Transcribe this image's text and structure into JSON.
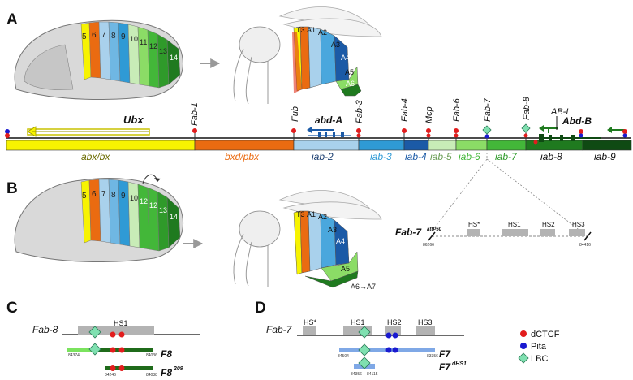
{
  "panels": {
    "a": "A",
    "b": "B",
    "c": "C",
    "d": "D"
  },
  "segments_a": [
    "5",
    "6",
    "7",
    "8",
    "9",
    "10",
    "11",
    "12",
    "13",
    "14"
  ],
  "segments_b": [
    "5",
    "6",
    "7",
    "8",
    "9",
    "10",
    "12",
    "12",
    "13",
    "14"
  ],
  "fly_a": [
    "T3",
    "A1",
    "A2",
    "A3",
    "A4",
    "A5",
    "A6"
  ],
  "fly_b": [
    "T3",
    "A1",
    "A2",
    "A3",
    "A4",
    "A5"
  ],
  "fly_b_note": "A6→A7",
  "genes": {
    "ubx": "Ubx",
    "abda": "abd-A",
    "abdb": "Abd-B",
    "abi": "AB-I"
  },
  "boundaries": [
    "Fab-1",
    "Fub",
    "Fab-3",
    "Fab-4",
    "Mcp",
    "Fab-6",
    "Fab-7",
    "Fab-8"
  ],
  "domains": [
    "abx/bx",
    "bxd/pbx",
    "iab-2",
    "iab-3",
    "iab-4",
    "iab-5",
    "iab-6",
    "iab-7",
    "iab-8",
    "iab-9"
  ],
  "colors": {
    "yellow": "#f7f301",
    "orange": "#ea6b11",
    "ltblue": "#a9d1ec",
    "blue": "#2f9ad5",
    "dkblue": "#1b5aa6",
    "ltgreen": "#8bdc66",
    "green": "#43b739",
    "dkgreen": "#1f7a1f",
    "vdkgreen": "#0f4a13",
    "ctcf": "#e21d1d",
    "pita": "#1a1ad0",
    "lbc": "#7fe0b0",
    "grey": "#b3b3b3"
  },
  "fab7_detail": {
    "name": "Fab-7",
    "sup": "attP50",
    "hs": [
      "HS*",
      "HS1",
      "HS2",
      "HS3"
    ],
    "left": "86266",
    "right": "84416"
  },
  "panel_c": {
    "name": "Fab-8",
    "hs": "HS1",
    "constructs": [
      {
        "name": "F8",
        "sup": "",
        "left": "84374",
        "right": "84036"
      },
      {
        "name": "F8",
        "sup": "209",
        "left": "84246",
        "right": "84038"
      }
    ]
  },
  "panel_d": {
    "name": "Fab-7",
    "hs": [
      "HS*",
      "HS1",
      "HS2",
      "HS3"
    ],
    "constructs": [
      {
        "name": "F7",
        "sup": "",
        "left": "84504",
        "right": "83356"
      },
      {
        "name": "F7",
        "sup": "dHS1",
        "left": "84356",
        "right": "84115"
      }
    ]
  },
  "legend": [
    "dCTCF",
    "Pita",
    "LBC"
  ]
}
